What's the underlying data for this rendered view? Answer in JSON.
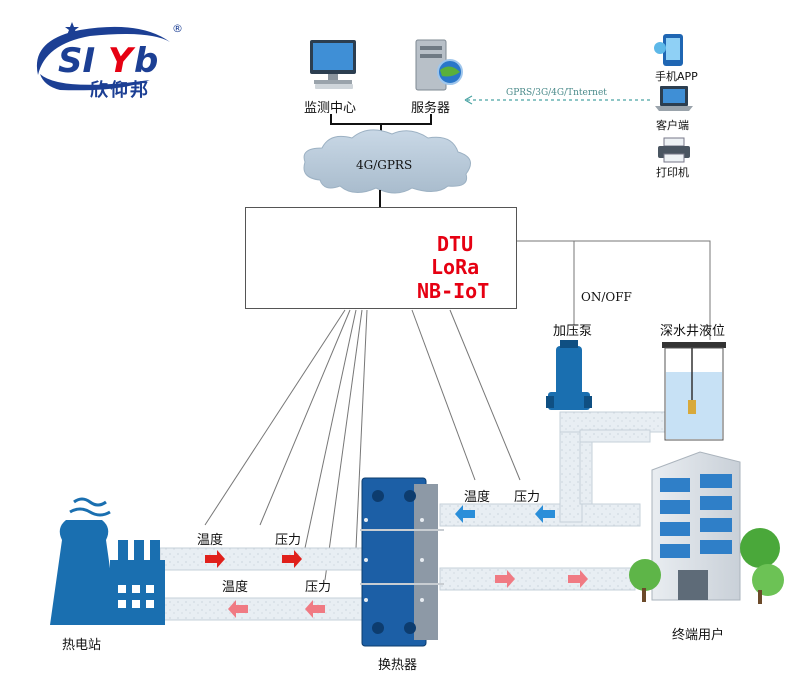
{
  "brand": {
    "name": "SIYB",
    "cn": "欣仰邦",
    "reg": "®"
  },
  "top": {
    "monitor_center": "监测中心",
    "server": "服务器",
    "network": "4G/GPRS",
    "link": "GPRS/3G/4G/Tnternet"
  },
  "clients": {
    "app": "手机APP",
    "pc": "客户端",
    "printer": "打印机"
  },
  "dtu": {
    "line1": "DTU",
    "line2": "LoRa",
    "line3": "NB-IoT"
  },
  "onoff": "ON/OFF",
  "pump": "加压泵",
  "well": "深水井液位",
  "measure": {
    "temp": "温度",
    "pressure": "压力"
  },
  "stations": {
    "plant": "热电站",
    "exchanger": "换热器",
    "user": "终端用户"
  },
  "colors": {
    "pipe": "#dfe7ee",
    "arrow_hot": "#e0201b",
    "arrow_cold": "#f07a83",
    "arrow_blue": "#2a8ed9",
    "equip_blue": "#1a6fb0"
  }
}
